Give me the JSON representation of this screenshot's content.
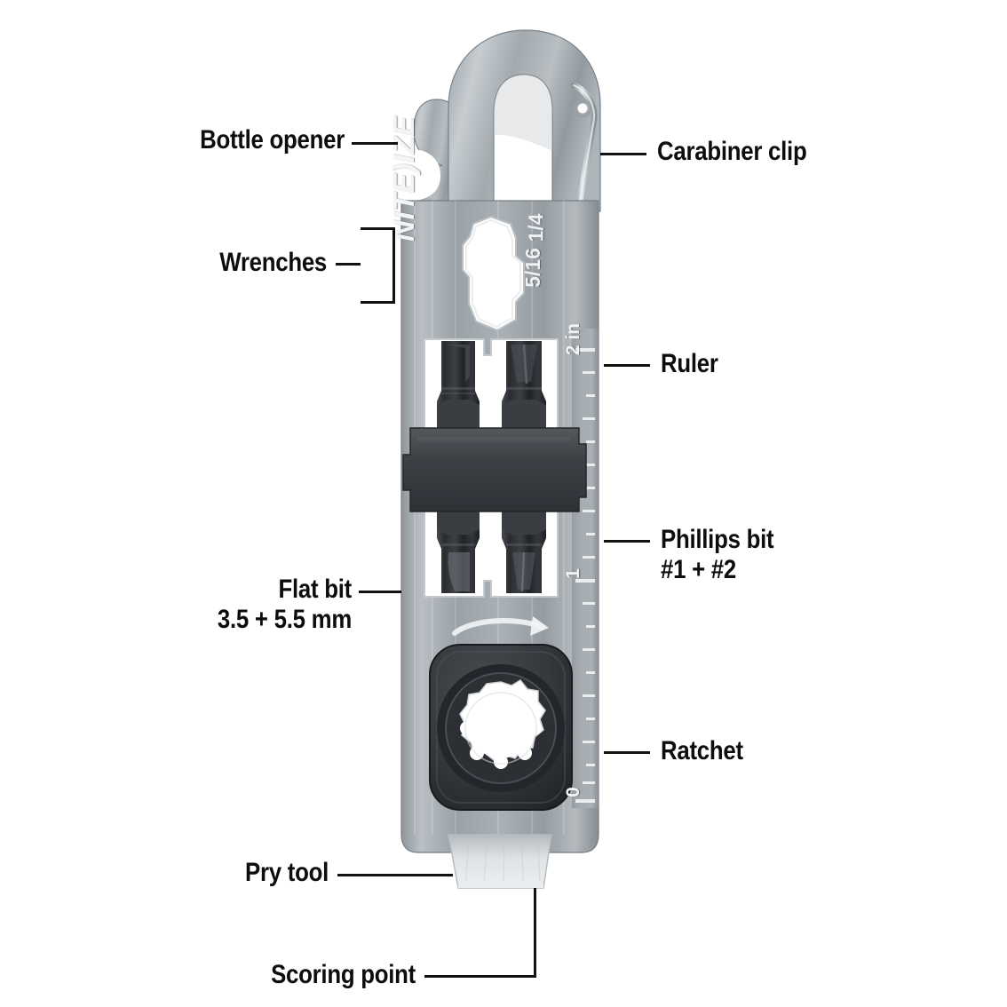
{
  "product": {
    "brand": "NITE)IZE",
    "background_color": "#ffffff",
    "steel_color": "#9aa1a6",
    "bit_color": "#2f3135",
    "label_color": "#0d0d0d"
  },
  "callouts": [
    {
      "id": "bottle-opener",
      "label": "Bottle opener",
      "side": "left"
    },
    {
      "id": "carabiner-clip",
      "label": "Carabiner clip",
      "side": "right"
    },
    {
      "id": "wrenches",
      "label": "Wrenches",
      "side": "left"
    },
    {
      "id": "ruler",
      "label": "Ruler",
      "side": "right"
    },
    {
      "id": "phillips-bit",
      "label": "Phillips bit",
      "label_line2": "#1 + #2",
      "side": "right"
    },
    {
      "id": "flat-bit",
      "label": "Flat bit",
      "label_line2": "3.5 + 5.5 mm",
      "side": "left"
    },
    {
      "id": "ratchet",
      "label": "Ratchet",
      "side": "right"
    },
    {
      "id": "pry-tool",
      "label": "Pry tool",
      "side": "left"
    },
    {
      "id": "scoring-point",
      "label": "Scoring point",
      "side": "left"
    }
  ],
  "wrench_sizes": [
    {
      "id": "wrench-quarter",
      "value": "1/4"
    },
    {
      "id": "wrench-five-sixteen",
      "value": "5/16"
    }
  ],
  "ruler": {
    "unit_label": "2 in",
    "marks": [
      "2 in",
      "1",
      "0"
    ]
  }
}
